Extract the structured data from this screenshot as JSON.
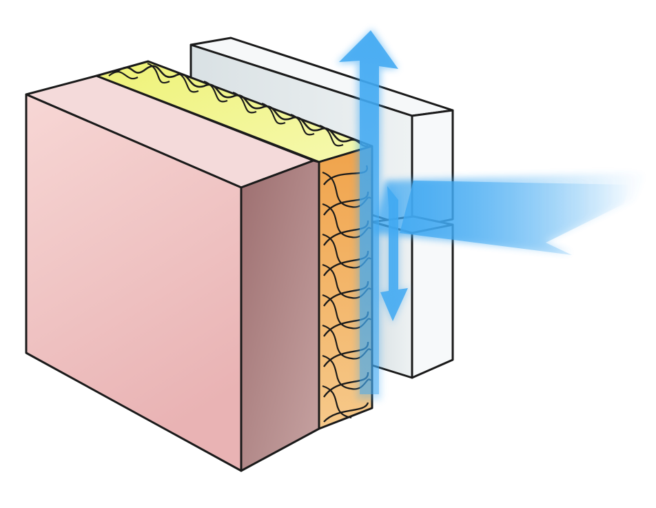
{
  "diagram": {
    "layers": [
      {
        "key": "wall-block",
        "material": "inner-wall"
      },
      {
        "key": "insulation",
        "material": "mineral-wool"
      },
      {
        "key": "cladding-panels",
        "material": "facade-panel"
      }
    ],
    "airflow": {
      "directions": [
        "up",
        "down",
        "inward"
      ]
    },
    "colors": {
      "wall_front": "#f2c6c6",
      "wall_side": "#a87a7a",
      "insulation_top": "#f1f58a",
      "insulation_side": "#f0b060",
      "panel_face": "#e7ecee",
      "panel_side": "#f7f9fa",
      "airflow": "#41a9f2",
      "outline": "#1a1a1a"
    }
  }
}
